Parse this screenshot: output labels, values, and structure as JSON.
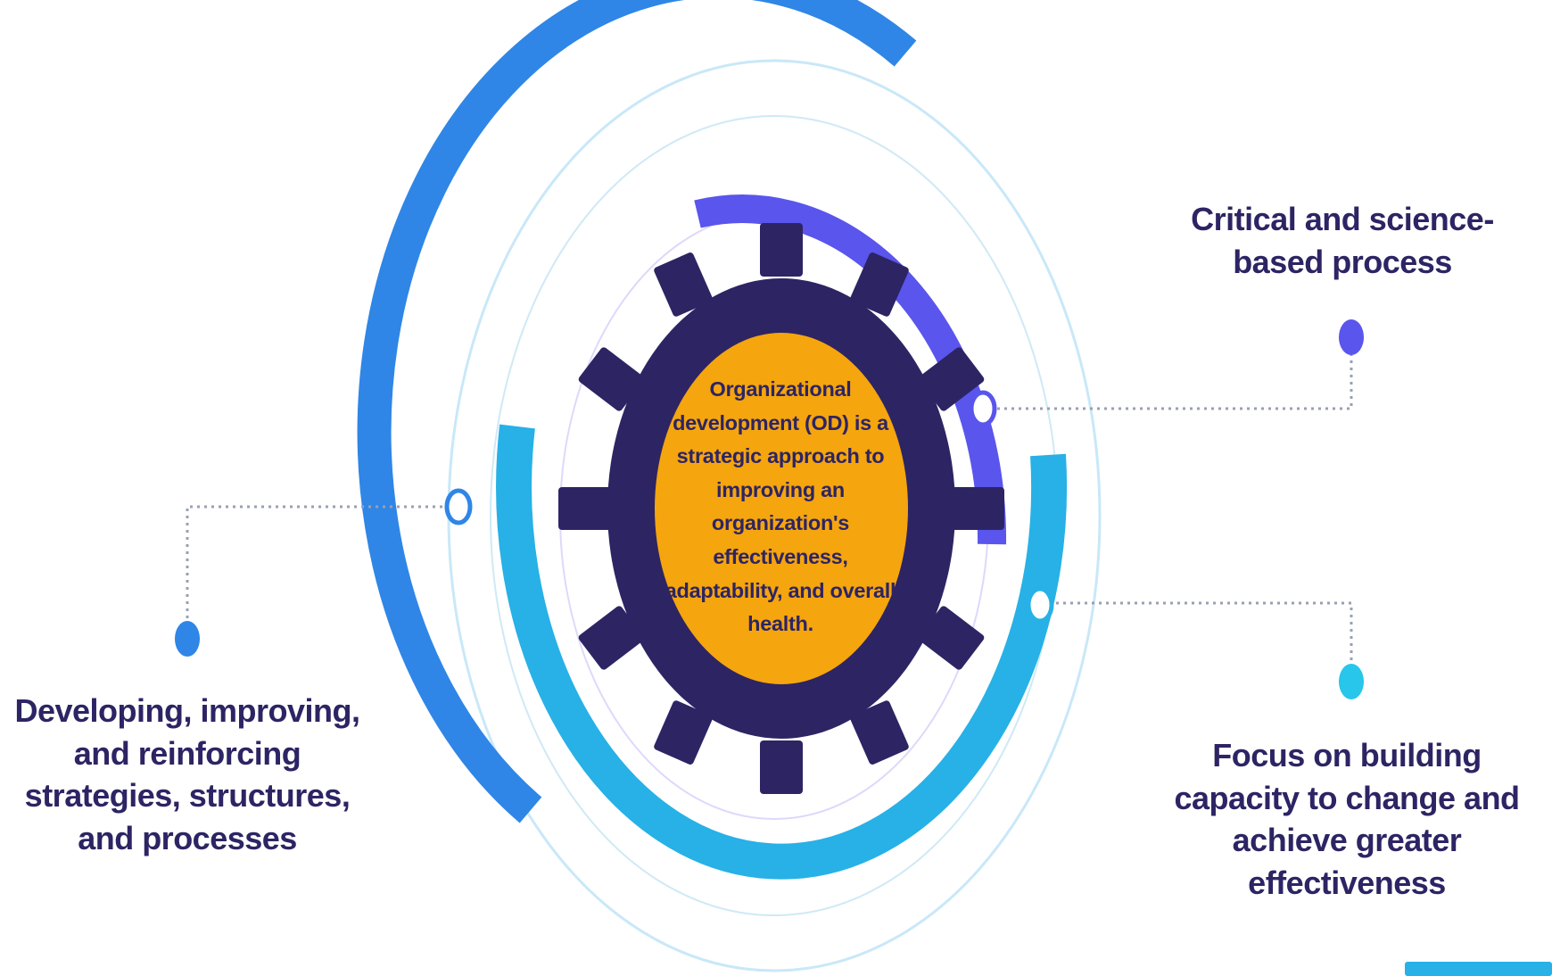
{
  "center": {
    "text": "Organizational development (OD) is a strategic approach to improving an organization's effectiveness, adaptability, and overall health."
  },
  "labels": {
    "critical": "Critical and science-based process",
    "developing": "Developing, improving, and reinforcing strategies, structures, and processes",
    "focus": "Focus on building capacity to change and achieve greater effectiveness"
  },
  "colors": {
    "background": "#ffffff",
    "gear": "#2d2464",
    "core": "#f5a50d",
    "text": "#2d2464",
    "arc_outer": "#2f86e6",
    "arc_middle": "#27b1e6",
    "arc_inner": "#5a55ec",
    "thin_ring": "#bfe3f7",
    "dot_critical": "#5a55ec",
    "dot_developing": "#2f86e6",
    "dot_focus": "#27c6ea"
  },
  "icons": {
    "gear": "gear-icon",
    "dots": "bullet-dot-icon"
  }
}
